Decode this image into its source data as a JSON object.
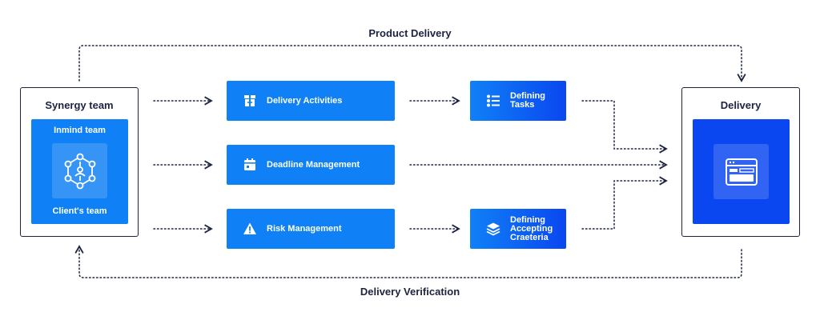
{
  "labels": {
    "top": "Product Delivery",
    "bottom": "Delivery Verification"
  },
  "left": {
    "title": "Synergy team",
    "inner_top": "Inmind team",
    "inner_bottom": "Client's team",
    "icon": "team-network-icon"
  },
  "right": {
    "title": "Delivery",
    "icon": "browser-window-icon"
  },
  "steps": {
    "delivery_activities": {
      "label": "Delivery Activities",
      "icon": "delivery-box-icon"
    },
    "deadline_management": {
      "label": "Deadline Management",
      "icon": "calendar-icon"
    },
    "risk_management": {
      "label": "Risk Management",
      "icon": "warning-triangle-icon"
    },
    "defining_tasks": {
      "label": "Defining\nTasks",
      "icon": "task-list-icon"
    },
    "defining_criteria": {
      "label": "Defining\nAccepting\nCraeteria",
      "icon": "layers-icon"
    }
  },
  "colors": {
    "dark": "#1c2340",
    "blue": "#1080f6",
    "deep_blue": "#0a47f0"
  }
}
